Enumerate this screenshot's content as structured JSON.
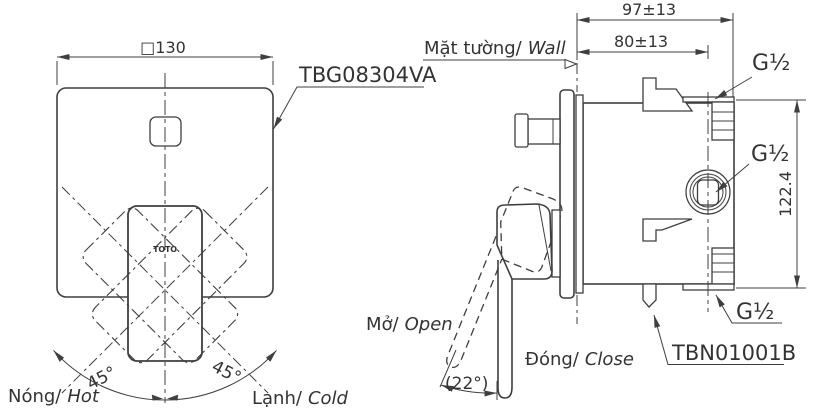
{
  "title": "Concealed shower mixer valve dimensional drawing",
  "colors": {
    "line": "#3f3f3f",
    "text": "#333333",
    "background": "#ffffff"
  },
  "front": {
    "plate_width_dim": "□130",
    "product_code": "TBG08304VA",
    "swing_left_angle": "45°",
    "swing_right_angle": "45°",
    "hot": {
      "vi": "Nóng/",
      "en": "Hot"
    },
    "cold": {
      "vi": "Lạnh/",
      "en": "Cold"
    },
    "logo": "TOTO"
  },
  "side": {
    "wall": {
      "vi": "Mặt tường/",
      "en": "Wall"
    },
    "depth_total": "97±13",
    "depth_to_center": "80±13",
    "height_between_ports": "122.4",
    "thread_top": "G½",
    "thread_side": "G½",
    "thread_bottom": "G½",
    "open": {
      "vi": "Mở/",
      "en": "Open"
    },
    "close": {
      "vi": "Đóng/",
      "en": "Close"
    },
    "open_angle": "(22°)",
    "valve_code": "TBN01001B"
  }
}
